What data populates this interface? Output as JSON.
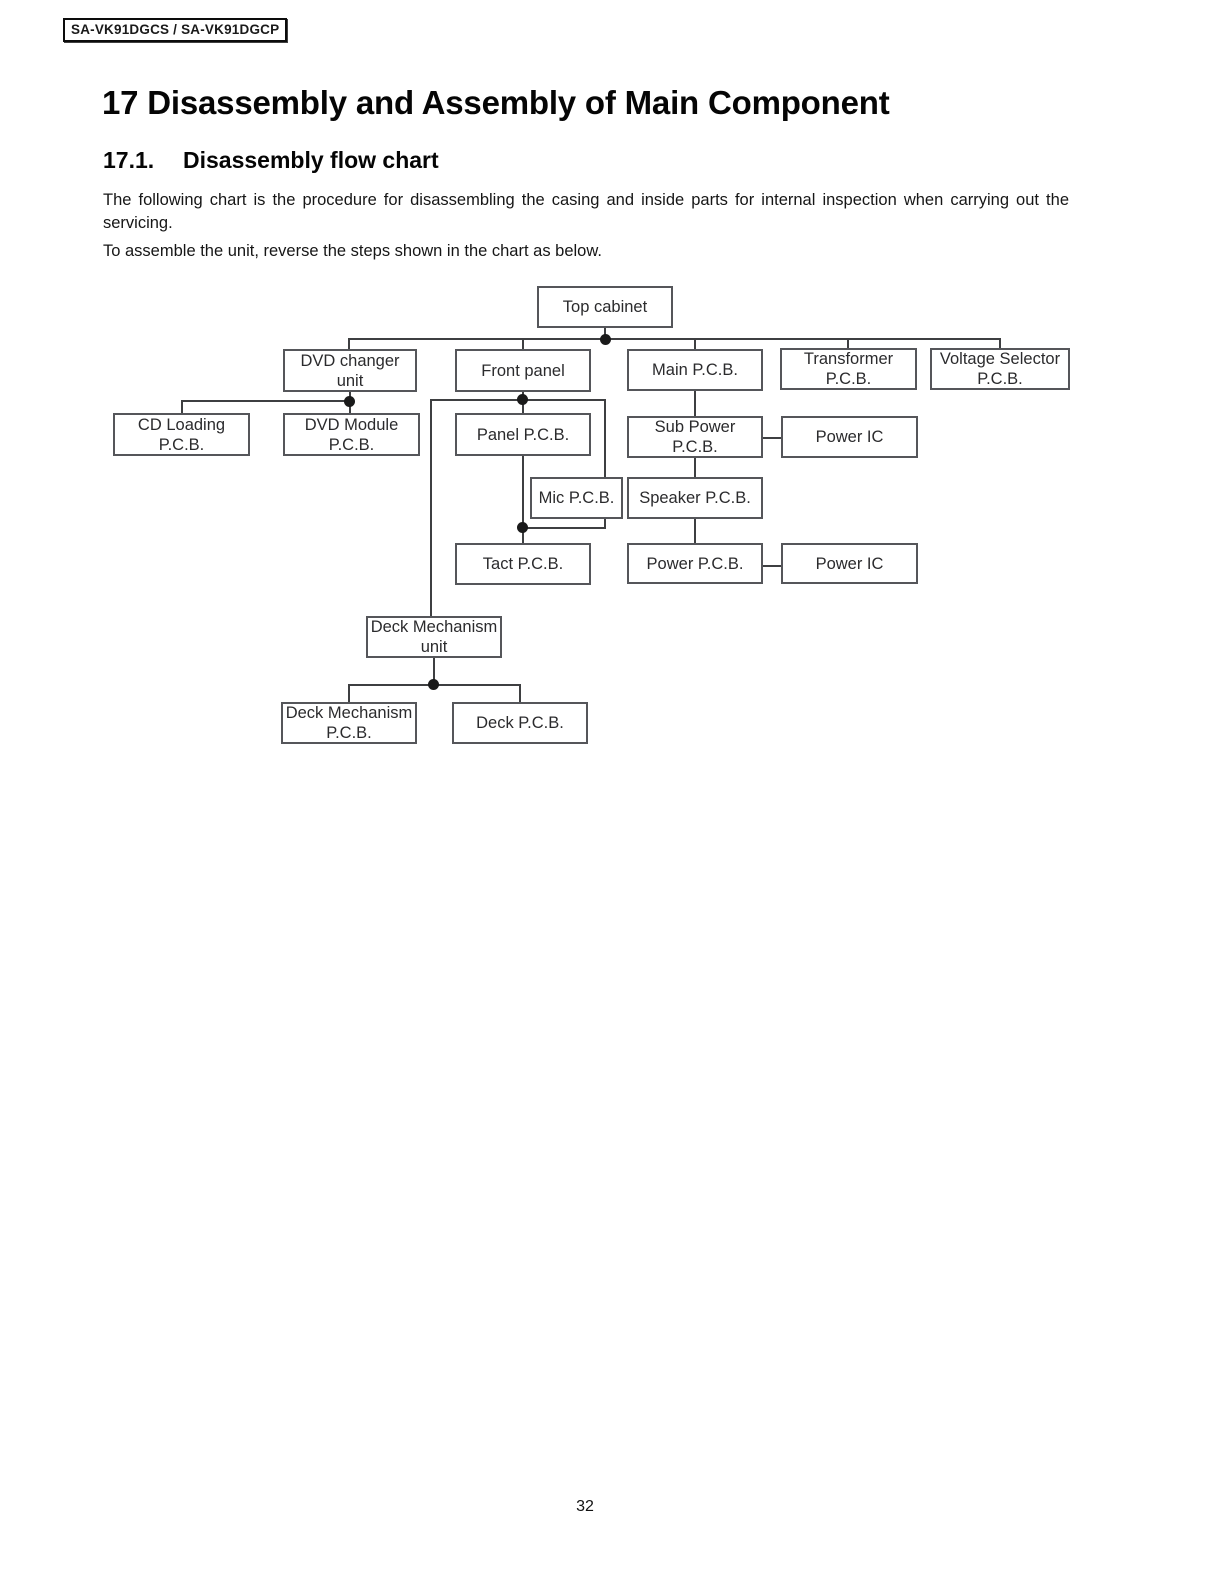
{
  "page": {
    "model_badge": "SA-VK91DGCS / SA-VK91DGCP",
    "title": "17 Disassembly and Assembly of Main Component",
    "section_number": "17.1.",
    "section_title": "Disassembly flow chart",
    "paragraph1": "The following chart is the procedure for disassembling the casing and inside parts for internal inspection when carrying out the servicing.",
    "paragraph2": "To assemble the unit, reverse the steps shown in the chart as below.",
    "page_number": "32"
  },
  "flowchart": {
    "colors": {
      "border": "#55565a",
      "line": "#3e3f41",
      "dot": "#1a1a1a",
      "boxtext": "#2b2b2d"
    },
    "nodes": [
      {
        "id": "top-cabinet",
        "label": "Top cabinet"
      },
      {
        "id": "dvd-changer-unit",
        "label": "DVD changer\nunit"
      },
      {
        "id": "front-panel",
        "label": "Front panel"
      },
      {
        "id": "main-pcb",
        "label": "Main P.C.B."
      },
      {
        "id": "transformer-pcb",
        "label": "Transformer\nP.C.B."
      },
      {
        "id": "voltage-selector-pcb",
        "label": "Voltage Selector\nP.C.B."
      },
      {
        "id": "cd-loading-pcb",
        "label": "CD Loading\nP.C.B."
      },
      {
        "id": "dvd-module-pcb",
        "label": "DVD Module\nP.C.B."
      },
      {
        "id": "panel-pcb",
        "label": "Panel P.C.B."
      },
      {
        "id": "sub-power-pcb",
        "label": "Sub Power\nP.C.B."
      },
      {
        "id": "power-ic-top",
        "label": "Power IC"
      },
      {
        "id": "mic-pcb",
        "label": "Mic P.C.B."
      },
      {
        "id": "speaker-pcb",
        "label": "Speaker P.C.B."
      },
      {
        "id": "tact-pcb",
        "label": "Tact P.C.B."
      },
      {
        "id": "power-pcb",
        "label": "Power P.C.B."
      },
      {
        "id": "power-ic-bottom",
        "label": "Power IC"
      },
      {
        "id": "deck-mechanism-unit",
        "label": "Deck Mechanism\nunit"
      },
      {
        "id": "deck-mechanism-pcb",
        "label": "Deck Mechanism\nP.C.B."
      },
      {
        "id": "deck-pcb",
        "label": "Deck P.C.B."
      }
    ],
    "edges": [
      [
        "top-cabinet",
        "dvd-changer-unit"
      ],
      [
        "top-cabinet",
        "front-panel"
      ],
      [
        "top-cabinet",
        "main-pcb"
      ],
      [
        "top-cabinet",
        "transformer-pcb"
      ],
      [
        "top-cabinet",
        "voltage-selector-pcb"
      ],
      [
        "dvd-changer-unit",
        "cd-loading-pcb"
      ],
      [
        "dvd-changer-unit",
        "dvd-module-pcb"
      ],
      [
        "front-panel",
        "panel-pcb"
      ],
      [
        "front-panel",
        "mic-pcb"
      ],
      [
        "front-panel",
        "deck-mechanism-unit"
      ],
      [
        "panel-pcb",
        "tact-pcb"
      ],
      [
        "main-pcb",
        "sub-power-pcb"
      ],
      [
        "sub-power-pcb",
        "power-ic-top"
      ],
      [
        "sub-power-pcb",
        "speaker-pcb"
      ],
      [
        "speaker-pcb",
        "power-pcb"
      ],
      [
        "power-pcb",
        "power-ic-bottom"
      ],
      [
        "deck-mechanism-unit",
        "deck-mechanism-pcb"
      ],
      [
        "deck-mechanism-unit",
        "deck-pcb"
      ]
    ]
  }
}
